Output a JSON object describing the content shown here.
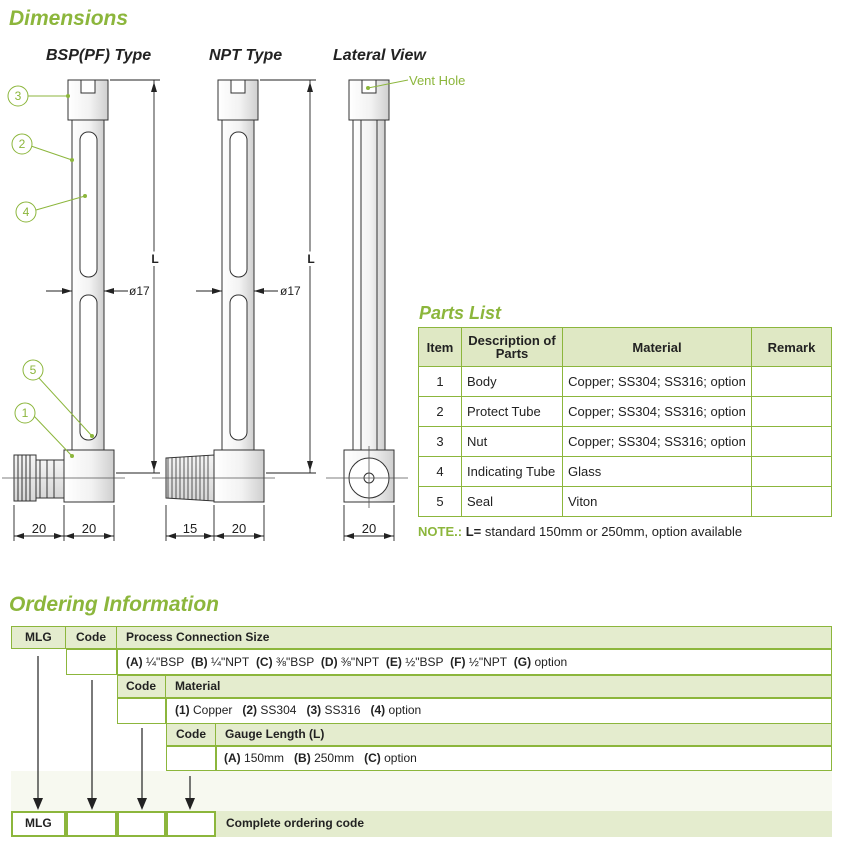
{
  "dimensions": {
    "title": "Dimensions",
    "bsp_label": "BSP(PF) Type",
    "npt_label": "NPT Type",
    "lateral_label": "Lateral View",
    "vent_hole": "Vent Hole",
    "callouts": [
      "3",
      "2",
      "4",
      "5",
      "1"
    ],
    "length_symbol": "L",
    "diameter": "ø17",
    "dims": [
      "20",
      "20",
      "15",
      "20",
      "20"
    ]
  },
  "parts": {
    "title": "Parts List",
    "headers": [
      "Item",
      "Description of Parts",
      "Material",
      "Remark"
    ],
    "rows": [
      {
        "item": "1",
        "desc": "Body",
        "material": "Copper; SS304; SS316; option",
        "remark": ""
      },
      {
        "item": "2",
        "desc": "Protect Tube",
        "material": "Copper; SS304; SS316; option",
        "remark": ""
      },
      {
        "item": "3",
        "desc": "Nut",
        "material": "Copper; SS304; SS316; option",
        "remark": ""
      },
      {
        "item": "4",
        "desc": "Indicating Tube",
        "material": "Glass",
        "remark": ""
      },
      {
        "item": "5",
        "desc": "Seal",
        "material": "Viton",
        "remark": ""
      }
    ],
    "note_key": "NOTE.:",
    "note_l": "L=",
    "note_text": "standard 150mm or 250mm, option available"
  },
  "ordering": {
    "title": "Ordering Information",
    "mlg": "MLG",
    "code": "Code",
    "process_title": "Process Connection Size",
    "process_options": [
      {
        "code": "(A)",
        "text": "¼\"BSP"
      },
      {
        "code": "(B)",
        "text": "¼\"NPT"
      },
      {
        "code": "(C)",
        "text": "⅜\"BSP"
      },
      {
        "code": "(D)",
        "text": "⅜\"NPT"
      },
      {
        "code": "(E)",
        "text": "½\"BSP"
      },
      {
        "code": "(F)",
        "text": "½\"NPT"
      },
      {
        "code": "(G)",
        "text": "option"
      }
    ],
    "material_title": "Material",
    "material_options": [
      {
        "code": "(1)",
        "text": "Copper"
      },
      {
        "code": "(2)",
        "text": "SS304"
      },
      {
        "code": "(3)",
        "text": "SS316"
      },
      {
        "code": "(4)",
        "text": "option"
      }
    ],
    "gauge_title": "Gauge Length (L)",
    "gauge_options": [
      {
        "code": "(A)",
        "text": "150mm"
      },
      {
        "code": "(B)",
        "text": "250mm"
      },
      {
        "code": "(C)",
        "text": "option"
      }
    ],
    "complete_label": "Complete ordering code"
  }
}
